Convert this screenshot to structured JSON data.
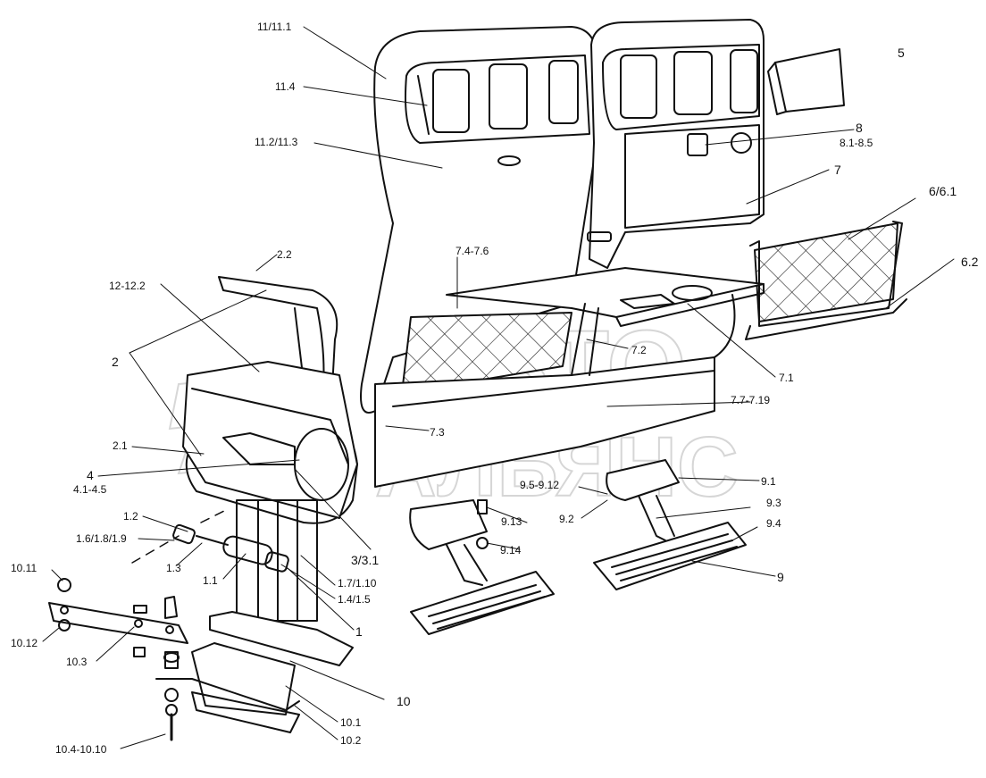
{
  "watermark": {
    "line1": "АВТО",
    "line2": "АЛЬЯНС"
  },
  "callouts": [
    {
      "id": "c-11-11-1",
      "text": "11/11.1"
    },
    {
      "id": "c-11-4",
      "text": "11.4"
    },
    {
      "id": "c-11-2-11-3",
      "text": "11.2/11.3"
    },
    {
      "id": "c-2-2",
      "text": "2.2"
    },
    {
      "id": "c-12-12-2",
      "text": "12-12.2"
    },
    {
      "id": "c-2",
      "text": "2"
    },
    {
      "id": "c-2-1",
      "text": "2.1"
    },
    {
      "id": "c-4",
      "text": "4"
    },
    {
      "id": "c-4-1-4-5",
      "text": "4.1-4.5"
    },
    {
      "id": "c-1-2",
      "text": "1.2"
    },
    {
      "id": "c-1-6",
      "text": "1.6/1.8/1.9"
    },
    {
      "id": "c-1-3",
      "text": "1.3"
    },
    {
      "id": "c-1-1",
      "text": "1.1"
    },
    {
      "id": "c-1-7",
      "text": "1.7/1.10"
    },
    {
      "id": "c-1-4",
      "text": "1.4/1.5"
    },
    {
      "id": "c-1",
      "text": "1"
    },
    {
      "id": "c-3-3-1",
      "text": "3/3.1"
    },
    {
      "id": "c-7-4-7-6",
      "text": "7.4-7.6"
    },
    {
      "id": "c-7-2",
      "text": "7.2"
    },
    {
      "id": "c-7-3",
      "text": "7.3"
    },
    {
      "id": "c-7-7-7-19",
      "text": "7.7-7.19"
    },
    {
      "id": "c-7-1",
      "text": "7.1"
    },
    {
      "id": "c-5",
      "text": "5"
    },
    {
      "id": "c-8",
      "text": "8"
    },
    {
      "id": "c-8-1-8-5",
      "text": "8.1-8.5"
    },
    {
      "id": "c-7",
      "text": "7"
    },
    {
      "id": "c-6-6-1",
      "text": "6/6.1"
    },
    {
      "id": "c-6-2",
      "text": "6.2"
    },
    {
      "id": "c-9-1",
      "text": "9.1"
    },
    {
      "id": "c-9-5-9-12",
      "text": "9.5-9.12"
    },
    {
      "id": "c-9-3",
      "text": "9.3"
    },
    {
      "id": "c-9-2",
      "text": "9.2"
    },
    {
      "id": "c-9-13",
      "text": "9.13"
    },
    {
      "id": "c-9-4",
      "text": "9.4"
    },
    {
      "id": "c-9-14",
      "text": "9.14"
    },
    {
      "id": "c-9",
      "text": "9"
    },
    {
      "id": "c-10-11",
      "text": "10.11"
    },
    {
      "id": "c-10-12",
      "text": "10.12"
    },
    {
      "id": "c-10-3",
      "text": "10.3"
    },
    {
      "id": "c-10",
      "text": "10"
    },
    {
      "id": "c-10-1",
      "text": "10.1"
    },
    {
      "id": "c-10-2",
      "text": "10.2"
    },
    {
      "id": "c-10-4-10-10",
      "text": "10.4-10.10"
    }
  ]
}
